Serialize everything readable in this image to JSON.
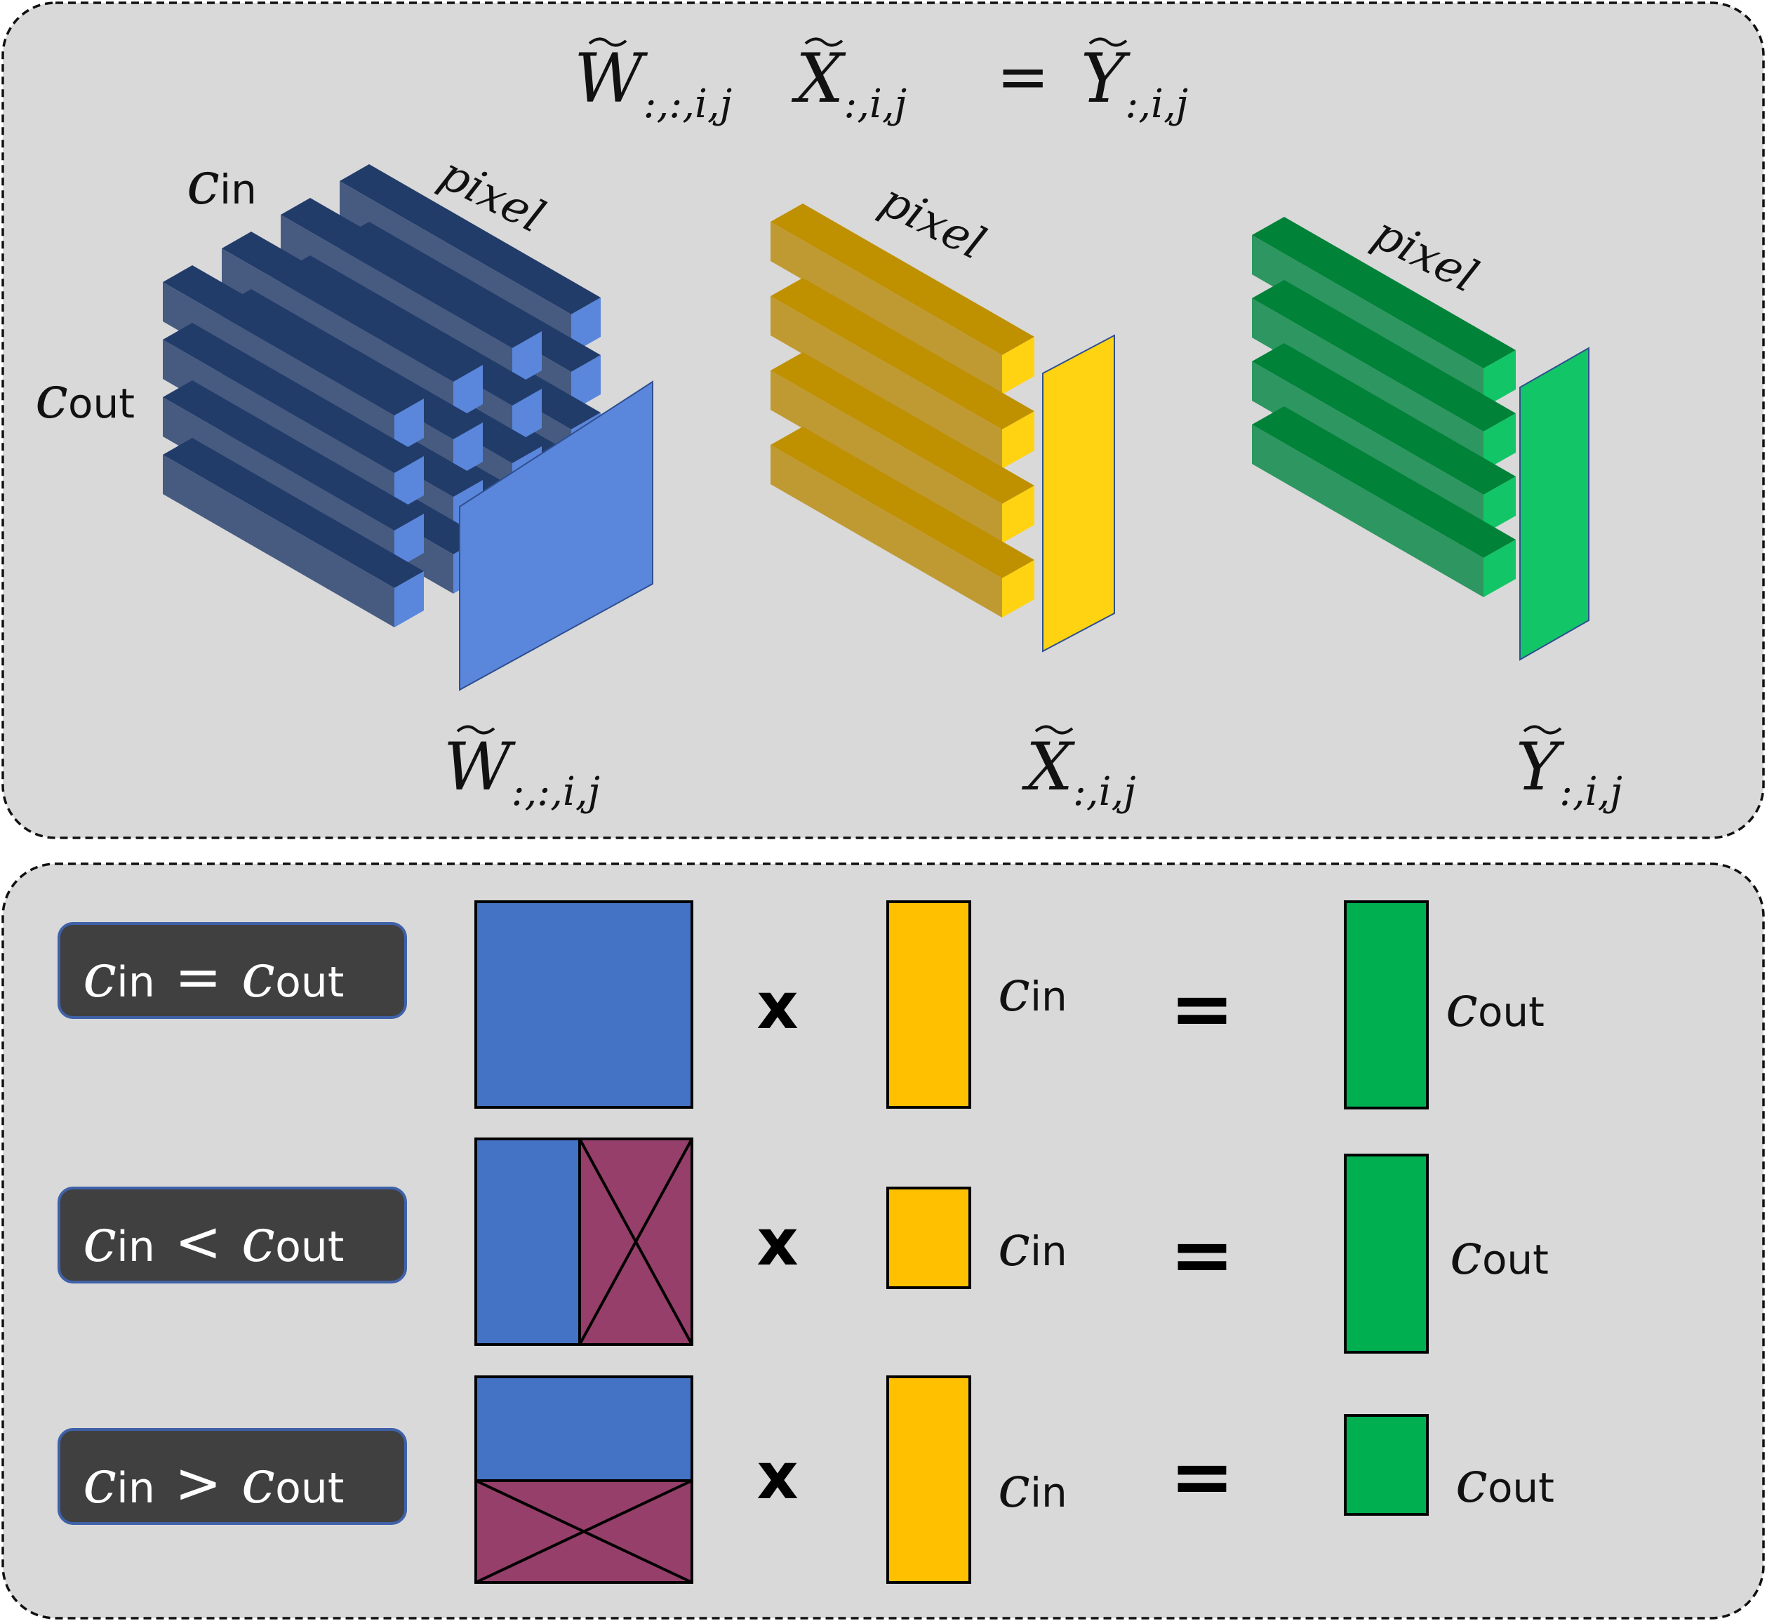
{
  "top_panel": {
    "equation": {
      "w_base": "W",
      "w_sub": ":,:,i,j",
      "x_base": "X",
      "x_sub": ":,i,j",
      "equals": "=",
      "y_base": "Y",
      "y_sub": ":,i,j"
    },
    "weight_block": {
      "c_in_base": "c",
      "c_in_sub": "in",
      "c_out_base": "c",
      "c_out_sub": "out",
      "pixel_label": "pixel",
      "caption_base": "W",
      "caption_sub": ":,:,i,j",
      "colors": {
        "top": "#223c6a",
        "side": "#475b80",
        "end": "#5a87dc",
        "plane": "#5a87dc"
      }
    },
    "input_block": {
      "pixel_label": "pixel",
      "caption_base": "X",
      "caption_sub": ":,i,j",
      "colors": {
        "top": "#bf9000",
        "side": "#bf9a33",
        "end": "#ffd312",
        "plane": "#ffd312"
      }
    },
    "output_block": {
      "pixel_label": "pixel",
      "caption_base": "Y",
      "caption_sub": ":,i,j",
      "colors": {
        "top": "#008239",
        "side": "#2e9660",
        "end": "#12c667",
        "plane": "#12c667"
      }
    }
  },
  "bottom_panel": {
    "rows": [
      {
        "case": {
          "lhs_base": "c",
          "lhs_sub": "in",
          "relation": "=",
          "rhs_base": "c",
          "rhs_sub": "out"
        },
        "matrix_type": "square",
        "times": "x",
        "vector_label_base": "c",
        "vector_label_sub": "in",
        "equals": "=",
        "output_label_base": "c",
        "output_label_sub": "out"
      },
      {
        "case": {
          "lhs_base": "c",
          "lhs_sub": "in",
          "relation": "<",
          "rhs_base": "c",
          "rhs_sub": "out"
        },
        "matrix_type": "right half masked",
        "times": "x",
        "vector_label_base": "c",
        "vector_label_sub": "in",
        "equals": "=",
        "output_label_base": "c",
        "output_label_sub": "out"
      },
      {
        "case": {
          "lhs_base": "c",
          "lhs_sub": "in",
          "relation": ">",
          "rhs_base": "c",
          "rhs_sub": "out"
        },
        "matrix_type": "bottom half masked",
        "times": "x",
        "vector_label_base": "c",
        "vector_label_sub": "in",
        "equals": "=",
        "output_label_base": "c",
        "output_label_sub": "out"
      }
    ],
    "colors": {
      "matrix": "#4472c4",
      "masked": "#953f6a",
      "vector": "#ffc000",
      "output": "#00b050",
      "badge": "#404040"
    }
  }
}
